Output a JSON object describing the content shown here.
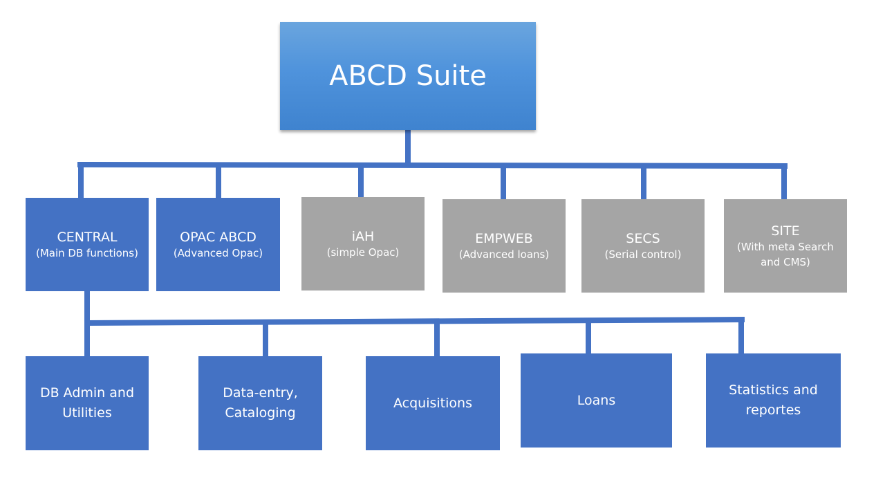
{
  "title": "ABCD Suite",
  "modules": [
    {
      "name": "CENTRAL",
      "sub": "(Main DB functions)",
      "color": "#4472c4"
    },
    {
      "name": "OPAC ABCD",
      "sub": "(Advanced Opac)",
      "color": "#4472c4"
    },
    {
      "name": "iAH",
      "sub": "(simple Opac)",
      "color": "#a5a5a5"
    },
    {
      "name": "EMPWEB",
      "sub": "(Advanced loans)",
      "color": "#a5a5a5"
    },
    {
      "name": "SECS",
      "sub": "(Serial control)",
      "color": "#a5a5a5"
    },
    {
      "name": "SITE",
      "sub": "(With meta Search and CMS)",
      "color": "#a5a5a5"
    }
  ],
  "central_functions": [
    {
      "name": "DB Admin and\nUtilities"
    },
    {
      "name": "Data-entry,\nCataloging"
    },
    {
      "name": "Acquisitions"
    },
    {
      "name": "Loans"
    },
    {
      "name": "Statistics and\nreportes"
    }
  ],
  "colors": {
    "connector": "#4472c4",
    "module_active": "#4472c4",
    "module_inactive": "#a5a5a5"
  }
}
